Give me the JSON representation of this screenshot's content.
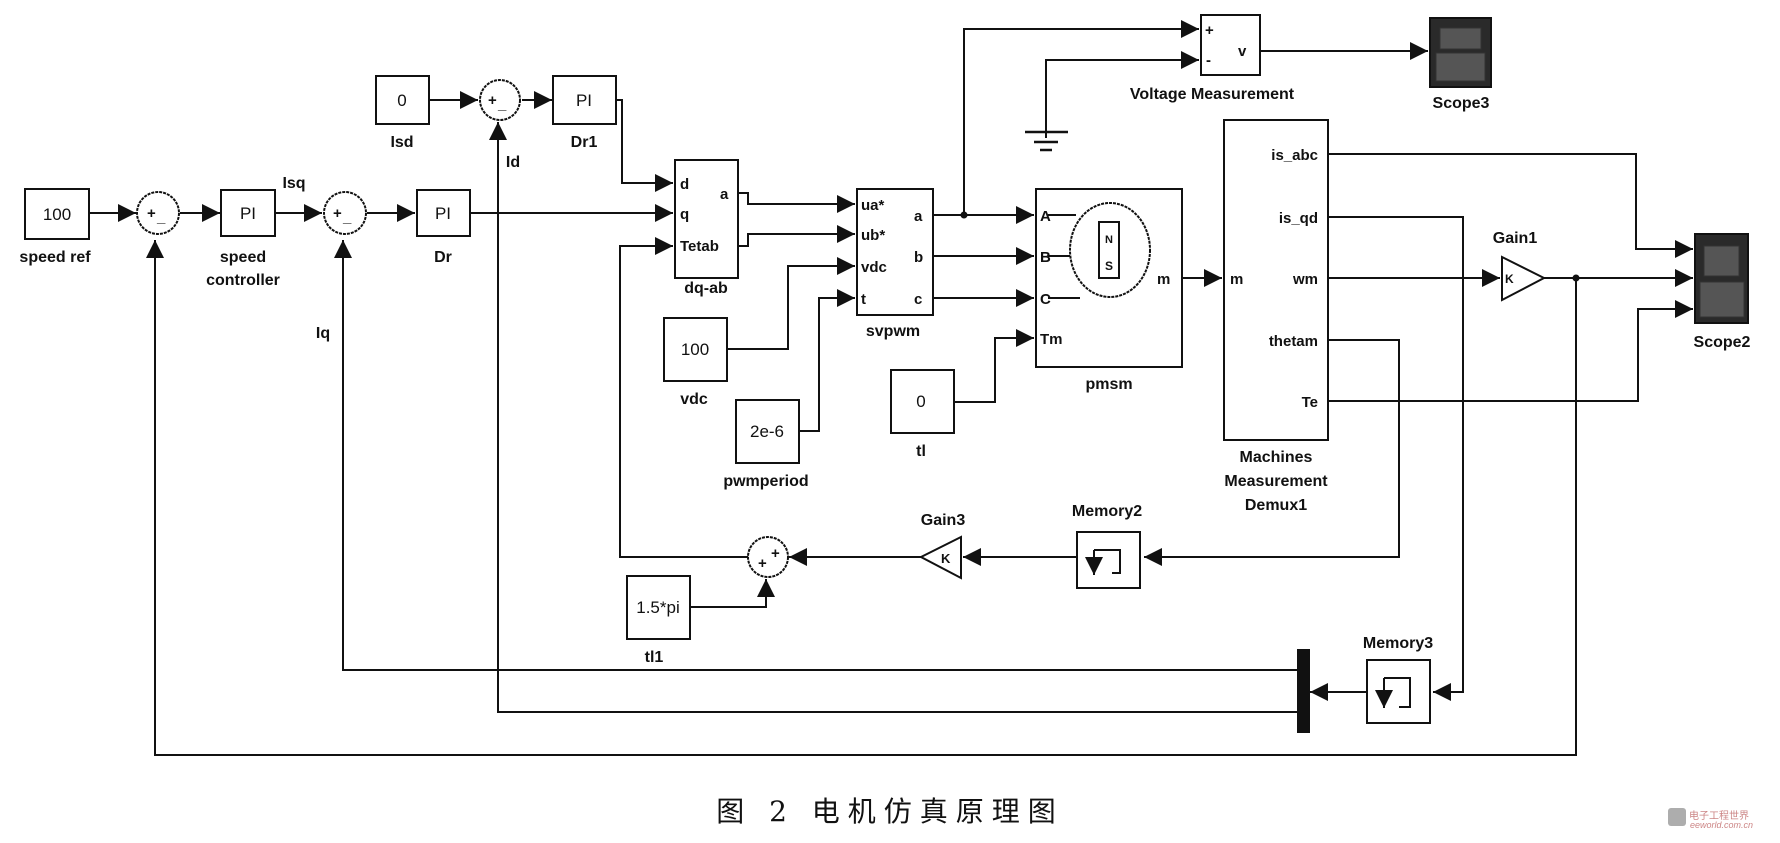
{
  "figure": {
    "caption": "图 2  电机仿真原理图",
    "watermark": {
      "brand_cn": "电子工程世界",
      "url": "eeworld.com.cn"
    }
  },
  "blocks": {
    "speed_ref": {
      "value": "100",
      "label": "speed ref"
    },
    "sum1": {
      "signs": [
        "+",
        "_"
      ]
    },
    "speed_controller": {
      "value": "PI",
      "label_line1": "speed",
      "label_line2": "controller"
    },
    "isq_label": "Isq",
    "sum2": {
      "signs": [
        "+",
        "_"
      ]
    },
    "dr": {
      "value": "PI",
      "label": "Dr"
    },
    "iq_label": "Iq",
    "isd": {
      "value": "0",
      "label": "Isd"
    },
    "sum3": {
      "signs": [
        "+",
        "_"
      ]
    },
    "id_label": "Id",
    "dr1": {
      "value": "PI",
      "label": "Dr1"
    },
    "dq_ab": {
      "inputs": [
        "d",
        "q",
        "Tetab"
      ],
      "output": "a",
      "label": "dq-ab"
    },
    "svpwm": {
      "inputs": [
        "ua*",
        "ub*",
        "vdc",
        "t"
      ],
      "outputs": [
        "a",
        "b",
        "c"
      ],
      "label": "svpwm"
    },
    "vdc": {
      "value": "100",
      "label": "vdc"
    },
    "pwmperiod": {
      "value": "2e-6",
      "label": "pwmperiod"
    },
    "pmsm": {
      "inputs": [
        "A",
        "B",
        "C",
        "Tm"
      ],
      "output": "m",
      "label": "pmsm",
      "rotor_n": "N",
      "rotor_s": "S"
    },
    "tl": {
      "value": "0",
      "label": "tl"
    },
    "voltage_measurement": {
      "inputs": [
        "+",
        "-"
      ],
      "output": "v",
      "label": "Voltage Measurement"
    },
    "scope3": {
      "label": "Scope3"
    },
    "machines_measurement": {
      "input": "m",
      "outputs": [
        "is_abc",
        "is_qd",
        "wm",
        "thetam",
        "Te"
      ],
      "label_line1": "Machines",
      "label_line2": "Measurement",
      "label_line3": "Demux1"
    },
    "gain1": {
      "value": "K",
      "label": "Gain1"
    },
    "scope2": {
      "label": "Scope2"
    },
    "memory2": {
      "label": "Memory2"
    },
    "gain3": {
      "value": "K",
      "label": "Gain3"
    },
    "sum4": {
      "signs": [
        "+",
        "+"
      ]
    },
    "tl1": {
      "value": "1.5*pi",
      "label": "tl1"
    },
    "memory3": {
      "label": "Memory3"
    }
  }
}
